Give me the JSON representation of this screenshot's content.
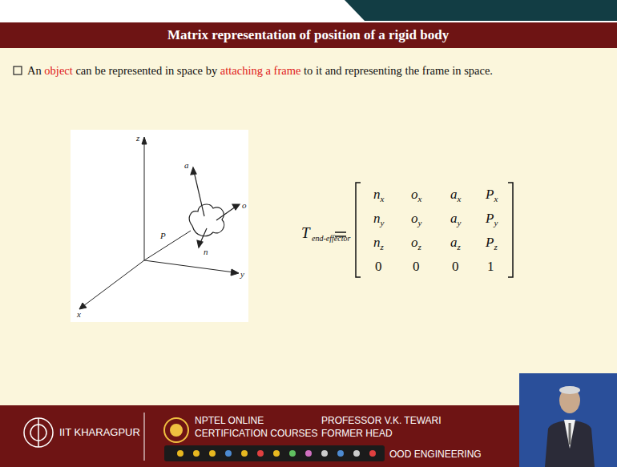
{
  "diagram": {
    "title": "Matrix representation of position of a rigid body",
    "labels": [
      "An",
      "object",
      "can be represented in space by",
      "attaching a frame",
      "to it and representing the frame in space.",
      "z",
      "a",
      "o",
      "P",
      "n",
      "x",
      "y",
      "T",
      "end-effector",
      "n",
      "x",
      "o",
      "x",
      "a",
      "x",
      "P",
      "x",
      "n",
      "y",
      "o",
      "y",
      "a",
      "y",
      "P",
      "y",
      "n",
      "z",
      "o",
      "z",
      "a",
      "z",
      "P",
      "z",
      "0",
      "0",
      "0",
      "1",
      "IIT KHARAGPUR",
      "NPTEL ONLINE",
      "CERTIFICATION COURSES",
      "PROFESSOR V.K. TEWARI",
      "FORMER HEAD",
      "OOD ENGINEERING"
    ]
  }
}
